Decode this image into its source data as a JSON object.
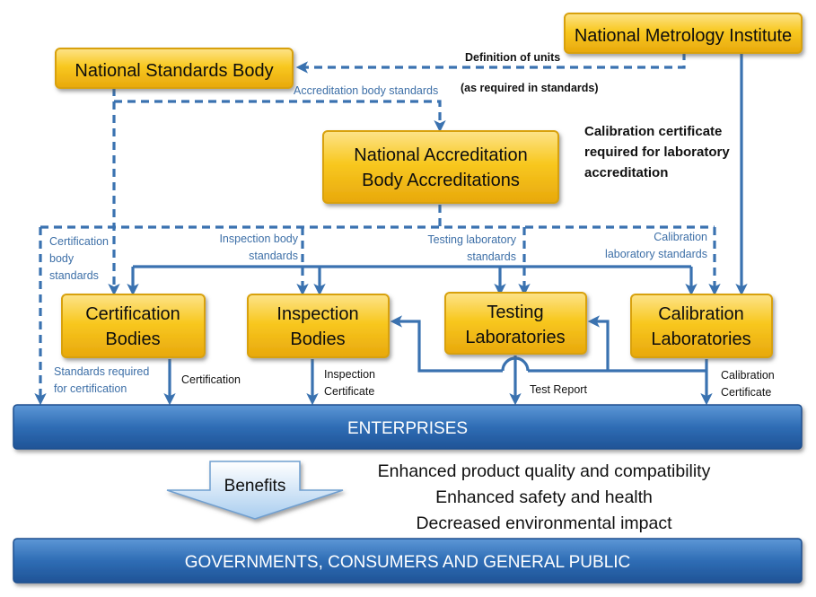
{
  "boxes": {
    "nmi": "National Metrology Institute",
    "nsb": "National Standards Body",
    "nab": [
      "National Accreditation",
      "Body Accreditations"
    ],
    "cert": [
      "Certification",
      "Bodies"
    ],
    "insp": [
      "Inspection",
      "Bodies"
    ],
    "test": [
      "Testing",
      "Laboratories"
    ],
    "calib": [
      "Calibration",
      "Laboratories"
    ]
  },
  "bars": {
    "enterprises": "ENTERPRISES",
    "public": "GOVERNMENTS, CONSUMERS AND GENERAL PUBLIC"
  },
  "labels": {
    "definition_units": "Definition of units",
    "as_required": "(as required in standards)",
    "accreditation_standards": "Accreditation body standards",
    "calibration_certificate_required": [
      "Calibration certificate",
      "required for laboratory",
      "accreditation"
    ],
    "certification_standards": [
      "Certification",
      "body",
      "standards"
    ],
    "inspection_standards": [
      "Inspection body",
      "standards"
    ],
    "testing_standards": [
      "Testing laboratory",
      "standards"
    ],
    "calibration_standards": [
      "Calibration",
      "laboratory standards"
    ],
    "standards_required": [
      "Standards required",
      "for certification"
    ],
    "certification": "Certification",
    "inspection_certificate": [
      "Inspection",
      "Certificate"
    ],
    "test_report": "Test Report",
    "calibration_certificate": [
      "Calibration",
      "Certificate"
    ]
  },
  "benefits": {
    "label": "Benefits",
    "items": [
      "Enhanced product quality and compatibility",
      "Enhanced safety and health",
      "Decreased environmental impact"
    ]
  },
  "colors": {
    "box_fill": "#f7c21a",
    "box_border": "#d8a10a",
    "line": "#3a72b0",
    "bar_fill": "#2f6db5",
    "blue_text": "#3d6fa7"
  }
}
